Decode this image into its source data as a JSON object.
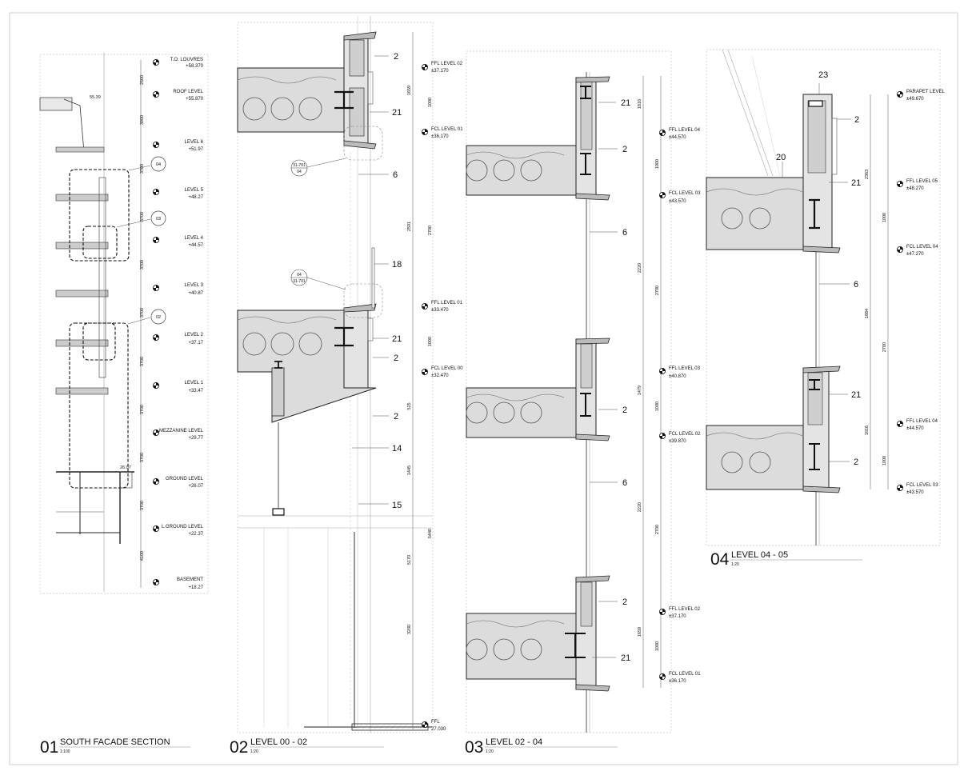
{
  "panels": [
    {
      "number": "01",
      "title": "SOUTH FACADE SECTION",
      "scale": "1:100",
      "levels": [
        {
          "name": "T.O. LOUVRES",
          "value": "+58.370"
        },
        {
          "name": "ROOF LEVEL",
          "value": "+55.870"
        },
        {
          "name": "LEVEL  6",
          "value": "+51.97"
        },
        {
          "name": "LEVEL 5",
          "value": "+48.27"
        },
        {
          "name": "LEVEL 4",
          "value": "+44.57"
        },
        {
          "name": "LEVEL 3",
          "value": "+40.87"
        },
        {
          "name": "LEVEL 2",
          "value": "+37.17"
        },
        {
          "name": "LEVEL 1",
          "value": "+33.47"
        },
        {
          "name": "MEZZANINE LEVEL",
          "value": "+29.77"
        },
        {
          "name": "GROUND LEVEL",
          "value": "+26.07"
        },
        {
          "name": "L.GROUND LEVEL",
          "value": "+22.37"
        },
        {
          "name": "BASEMENT",
          "value": "+18.27"
        }
      ],
      "dims": [
        "2500",
        "3900",
        "3700",
        "3700",
        "3700",
        "3700",
        "3700",
        "3700",
        "3700",
        "3700",
        "4100"
      ],
      "callouts": [
        "04",
        "03",
        "02"
      ],
      "spot_levels": [
        "55.39",
        "26.07"
      ]
    },
    {
      "number": "02",
      "title": "LEVEL 00 - 02",
      "scale": "1:20",
      "levels": [
        {
          "name": "FFL LEVEL 02",
          "value": "±37.170"
        },
        {
          "name": "FCL LEVEL 01",
          "value": "±36.170"
        },
        {
          "name": "FFL LEVEL 01",
          "value": "±33.470"
        },
        {
          "name": "FCL LEVEL 00",
          "value": "±32.470"
        },
        {
          "name": "FFL",
          "value": "27.030"
        }
      ],
      "dims": [
        "1659",
        "1000",
        "2591",
        "2700",
        "1000",
        "525",
        "1445",
        "5440",
        "5170",
        "3200"
      ],
      "tags": [
        "2",
        "21",
        "6",
        "18",
        "21",
        "2",
        "2",
        "14",
        "15"
      ],
      "detail_refs": [
        {
          "top": "31-701",
          "bottom": "04"
        },
        {
          "top": "04",
          "bottom": "31-701"
        }
      ]
    },
    {
      "number": "03",
      "title": "LEVEL 02 - 04",
      "scale": "1:20",
      "levels": [
        {
          "name": "FFL LEVEL 04",
          "value": "±44.570"
        },
        {
          "name": "FCL LEVEL 03",
          "value": "±43.570"
        },
        {
          "name": "FFL LEVEL 03",
          "value": "±40.870"
        },
        {
          "name": "FCL LEVEL 02",
          "value": "±39.870"
        },
        {
          "name": "FFL LEVEL 02",
          "value": "±37.170"
        },
        {
          "name": "FCL LEVEL 01",
          "value": "±36.170"
        }
      ],
      "dims": [
        "1816",
        "1000",
        "2220",
        "2700",
        "1479",
        "1000",
        "2220",
        "2700",
        "1659",
        "1000"
      ],
      "tags": [
        "21",
        "2",
        "6",
        "2",
        "6",
        "2",
        "21"
      ]
    },
    {
      "number": "04",
      "title": "LEVEL 04 - 05",
      "scale": "1:20",
      "levels": [
        {
          "name": "PARAPET LEVEL",
          "value": "±49.670"
        },
        {
          "name": "FFL LEVEL 05",
          "value": "±48.270"
        },
        {
          "name": "FCL LEVEL 04",
          "value": "±47.270"
        },
        {
          "name": "FFL LEVEL 04",
          "value": "±44.570"
        },
        {
          "name": "FCL LEVEL 03",
          "value": "±43.570"
        }
      ],
      "dims": [
        "2363",
        "1000",
        "1884",
        "2700",
        "1816",
        "1000"
      ],
      "tags": [
        "23",
        "2",
        "20",
        "21",
        "6",
        "21",
        "2"
      ]
    }
  ],
  "colors": {
    "line": "#222222",
    "fill": "#dcdcdc",
    "frame": "#b8b8b8",
    "hatch": "#bdbdbd"
  }
}
